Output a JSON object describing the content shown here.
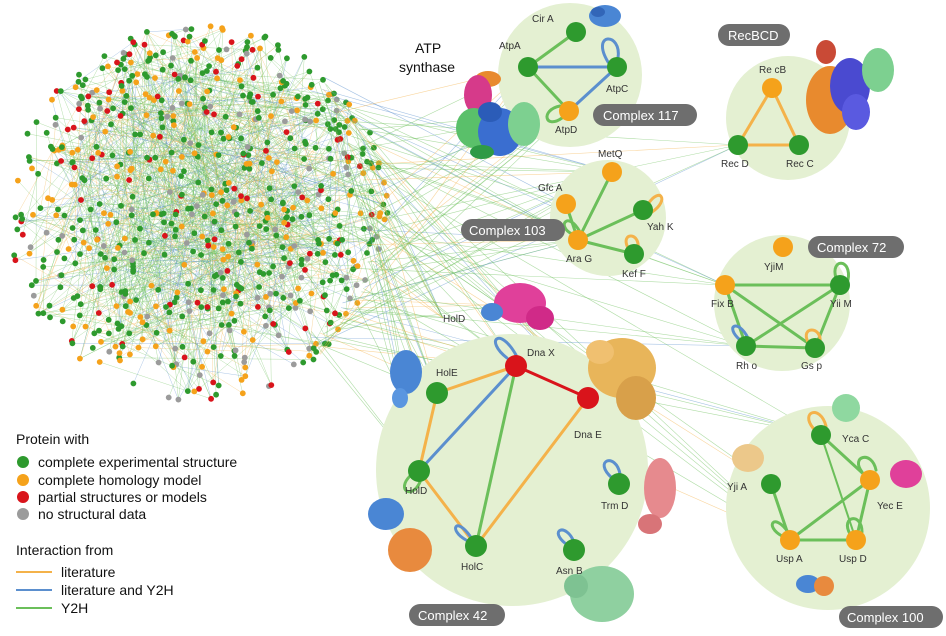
{
  "colors": {
    "experimental": "#2e9a2e",
    "homology": "#f5a21b",
    "partial": "#d9141b",
    "none": "#9b9b9b",
    "edge_literature": "#f4b24a",
    "edge_both": "#5b8fce",
    "edge_y2h": "#6bbf5a",
    "complex_bg": "#e4f0d2",
    "tag_bg": "#6e6e6e"
  },
  "annotation": {
    "atp_line1": "ATP",
    "atp_line2": "synthase"
  },
  "complexes": {
    "c117": {
      "label": "Complex 117",
      "nodes": [
        {
          "id": "cira",
          "label": "Cir A",
          "type": "experimental"
        },
        {
          "id": "atpa",
          "label": "AtpA",
          "type": "experimental"
        },
        {
          "id": "atpc",
          "label": "AtpC",
          "type": "experimental"
        },
        {
          "id": "atpd",
          "label": "AtpD",
          "type": "homology"
        }
      ]
    },
    "recbcd": {
      "label": "RecBCD",
      "nodes": [
        {
          "id": "recb",
          "label": "Re cB",
          "type": "homology"
        },
        {
          "id": "recd",
          "label": "Rec D",
          "type": "experimental"
        },
        {
          "id": "recc",
          "label": "Rec C",
          "type": "experimental"
        }
      ]
    },
    "c103": {
      "label": "Complex 103",
      "nodes": [
        {
          "id": "metq",
          "label": "MetQ",
          "type": "homology"
        },
        {
          "id": "gfca",
          "label": "Gfc A",
          "type": "homology"
        },
        {
          "id": "yahk",
          "label": "Yah K",
          "type": "experimental"
        },
        {
          "id": "arag",
          "label": "Ara G",
          "type": "homology"
        },
        {
          "id": "keff",
          "label": "Kef F",
          "type": "experimental"
        }
      ]
    },
    "c72": {
      "label": "Complex 72",
      "nodes": [
        {
          "id": "yjim",
          "label": "YjiM",
          "type": "homology"
        },
        {
          "id": "fixb",
          "label": "Fix B",
          "type": "homology"
        },
        {
          "id": "yiim",
          "label": "Yii M",
          "type": "experimental"
        },
        {
          "id": "rho",
          "label": "Rh o",
          "type": "experimental"
        },
        {
          "id": "gsp",
          "label": "Gs p",
          "type": "experimental"
        }
      ]
    },
    "c42": {
      "label": "Complex 42",
      "nodes": [
        {
          "id": "hold1",
          "label": "HolD",
          "type": "none"
        },
        {
          "id": "dnax",
          "label": "Dna X",
          "type": "partial"
        },
        {
          "id": "hole",
          "label": "HolE",
          "type": "experimental"
        },
        {
          "id": "dnae",
          "label": "Dna E",
          "type": "partial"
        },
        {
          "id": "hold2",
          "label": "HolD",
          "type": "experimental"
        },
        {
          "id": "trmd",
          "label": "Trm D",
          "type": "experimental"
        },
        {
          "id": "holc",
          "label": "HolC",
          "type": "experimental"
        },
        {
          "id": "asnb",
          "label": "Asn B",
          "type": "experimental"
        }
      ]
    },
    "c100": {
      "label": "Complex 100",
      "nodes": [
        {
          "id": "ycac",
          "label": "Yca C",
          "type": "experimental"
        },
        {
          "id": "yjia",
          "label": "Yji A",
          "type": "experimental"
        },
        {
          "id": "ycee",
          "label": "Yec E",
          "type": "homology"
        },
        {
          "id": "uspa",
          "label": "Usp A",
          "type": "homology"
        },
        {
          "id": "uspd",
          "label": "Usp D",
          "type": "homology"
        }
      ]
    }
  },
  "legend": {
    "protein_title": "Protein with",
    "protein_items": [
      {
        "label": "complete experimental structure",
        "type": "experimental"
      },
      {
        "label": "complete homology model",
        "type": "homology"
      },
      {
        "label": "partial structures or models",
        "type": "partial"
      },
      {
        "label": "no structural data",
        "type": "none"
      }
    ],
    "interaction_title": "Interaction from",
    "interaction_items": [
      {
        "label": "literature",
        "type": "literature"
      },
      {
        "label": "literature and Y2H",
        "type": "both"
      },
      {
        "label": "Y2H",
        "type": "y2h"
      }
    ]
  }
}
